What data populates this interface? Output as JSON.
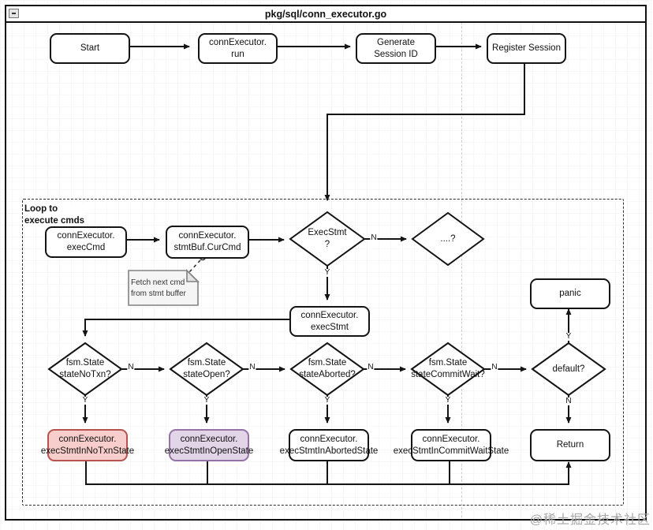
{
  "header": {
    "title": "pkg/sql/conn_executor.go"
  },
  "loop": {
    "label": "Loop to\nexecute cmds"
  },
  "note": {
    "text": "Fetch next cmd\nfrom stmt buffer"
  },
  "edge_labels": {
    "yes": "Y",
    "no": "N"
  },
  "nodes": {
    "start": "Start",
    "run": "connExecutor.\nrun",
    "generate": "Generate\nSession ID",
    "register": "Register Session",
    "exec_cmd": "connExecutor.\nexecCmd",
    "cur_cmd": "connExecutor.\nstmtBuf.CurCmd",
    "q_exec_stmt": "ExecStmt\n?",
    "q_dots": "....?",
    "exec_stmt": "connExecutor.\nexecStmt",
    "q_no_txn": "fsm.State\nstateNoTxn?",
    "q_open": "fsm.State\nstateOpen?",
    "q_aborted": "fsm.State\nstateAborted?",
    "q_commit_wait": "fsm.State\nstateCommitWait?",
    "q_default": "default?",
    "panic": "panic",
    "no_txn": "connExecutor.\nexecStmtInNoTxnState",
    "open": "connExecutor.\nexecStmtInOpenState",
    "aborted": "connExecutor.\nexecStmtInAbortedState",
    "commit_wait": "connExecutor.\nexecStmtInCommitWaitState",
    "return": "Return"
  },
  "edges": [
    {
      "from": "start",
      "to": "run"
    },
    {
      "from": "run",
      "to": "generate"
    },
    {
      "from": "generate",
      "to": "register"
    },
    {
      "from": "register",
      "to": "q_exec_stmt"
    },
    {
      "from": "exec_cmd",
      "to": "cur_cmd"
    },
    {
      "from": "cur_cmd",
      "to": "q_exec_stmt"
    },
    {
      "from": "q_exec_stmt",
      "to": "q_dots",
      "label": "N"
    },
    {
      "from": "q_exec_stmt",
      "to": "exec_stmt",
      "label": "Y"
    },
    {
      "from": "exec_stmt",
      "to": "q_no_txn"
    },
    {
      "from": "q_no_txn",
      "to": "q_open",
      "label": "N"
    },
    {
      "from": "q_open",
      "to": "q_aborted",
      "label": "N"
    },
    {
      "from": "q_aborted",
      "to": "q_commit_wait",
      "label": "N"
    },
    {
      "from": "q_commit_wait",
      "to": "q_default",
      "label": "N"
    },
    {
      "from": "q_no_txn",
      "to": "no_txn",
      "label": "Y"
    },
    {
      "from": "q_open",
      "to": "open",
      "label": "Y"
    },
    {
      "from": "q_aborted",
      "to": "aborted",
      "label": "Y"
    },
    {
      "from": "q_commit_wait",
      "to": "commit_wait",
      "label": "Y"
    },
    {
      "from": "q_default",
      "to": "panic",
      "label": "Y"
    },
    {
      "from": "q_default",
      "to": "return",
      "label": "N"
    },
    {
      "from": "no_txn",
      "to": "return"
    },
    {
      "from": "open",
      "to": "return"
    },
    {
      "from": "aborted",
      "to": "return"
    },
    {
      "from": "commit_wait",
      "to": "return"
    },
    {
      "from": "cur_cmd",
      "to": "note",
      "style": "dashed"
    }
  ],
  "colors": {
    "shape_stroke": "#141414",
    "no_txn_fill": "#f8cecc",
    "no_txn_stroke": "#b85450",
    "open_fill": "#e1d5e7",
    "open_stroke": "#9673a6",
    "note_fill": "#f5f5f5",
    "watermark": "#a6a6a6"
  },
  "watermark": {
    "text": "@稀土掘金技术社区"
  }
}
